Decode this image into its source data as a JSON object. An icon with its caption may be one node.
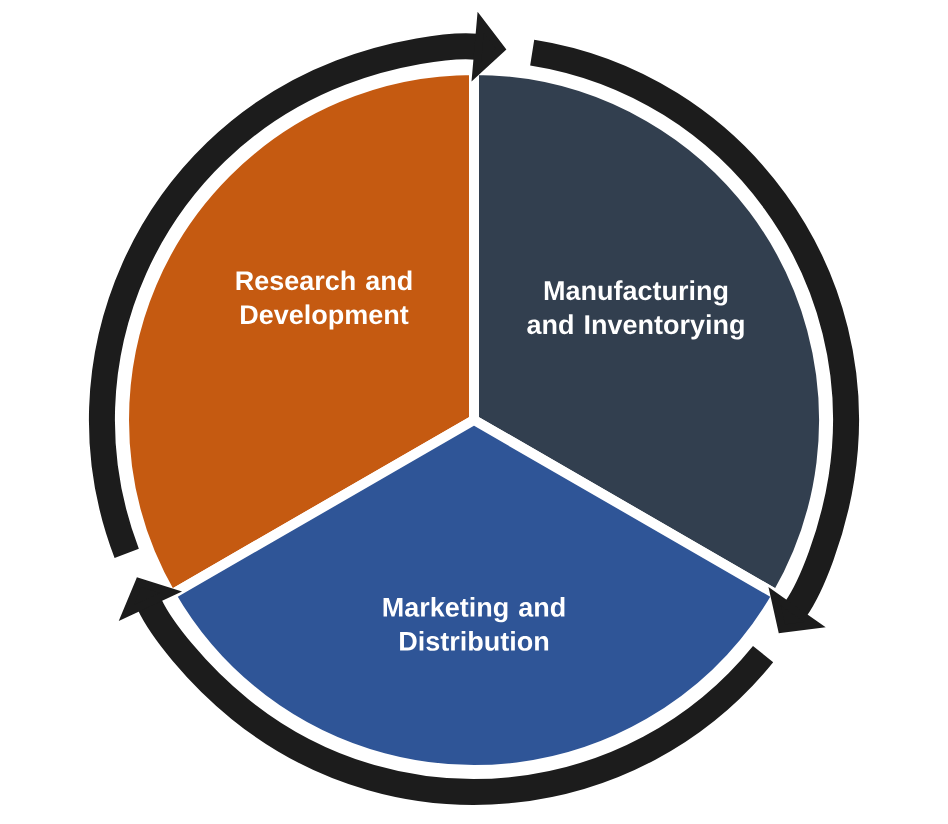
{
  "diagram": {
    "nodes": [
      {
        "text": [
          "Research and Development"
        ]
      },
      {
        "text": [
          "Manufacturing and Inventorying"
        ]
      },
      {
        "text": [
          "Marketing and Distribution"
        ]
      }
    ],
    "edges": [
      {
        "from": 0,
        "to": 1,
        "arrow": "to"
      },
      {
        "from": 1,
        "to": 2,
        "arrow": "to"
      },
      {
        "from": 2,
        "to": 0,
        "arrow": "to"
      }
    ]
  }
}
